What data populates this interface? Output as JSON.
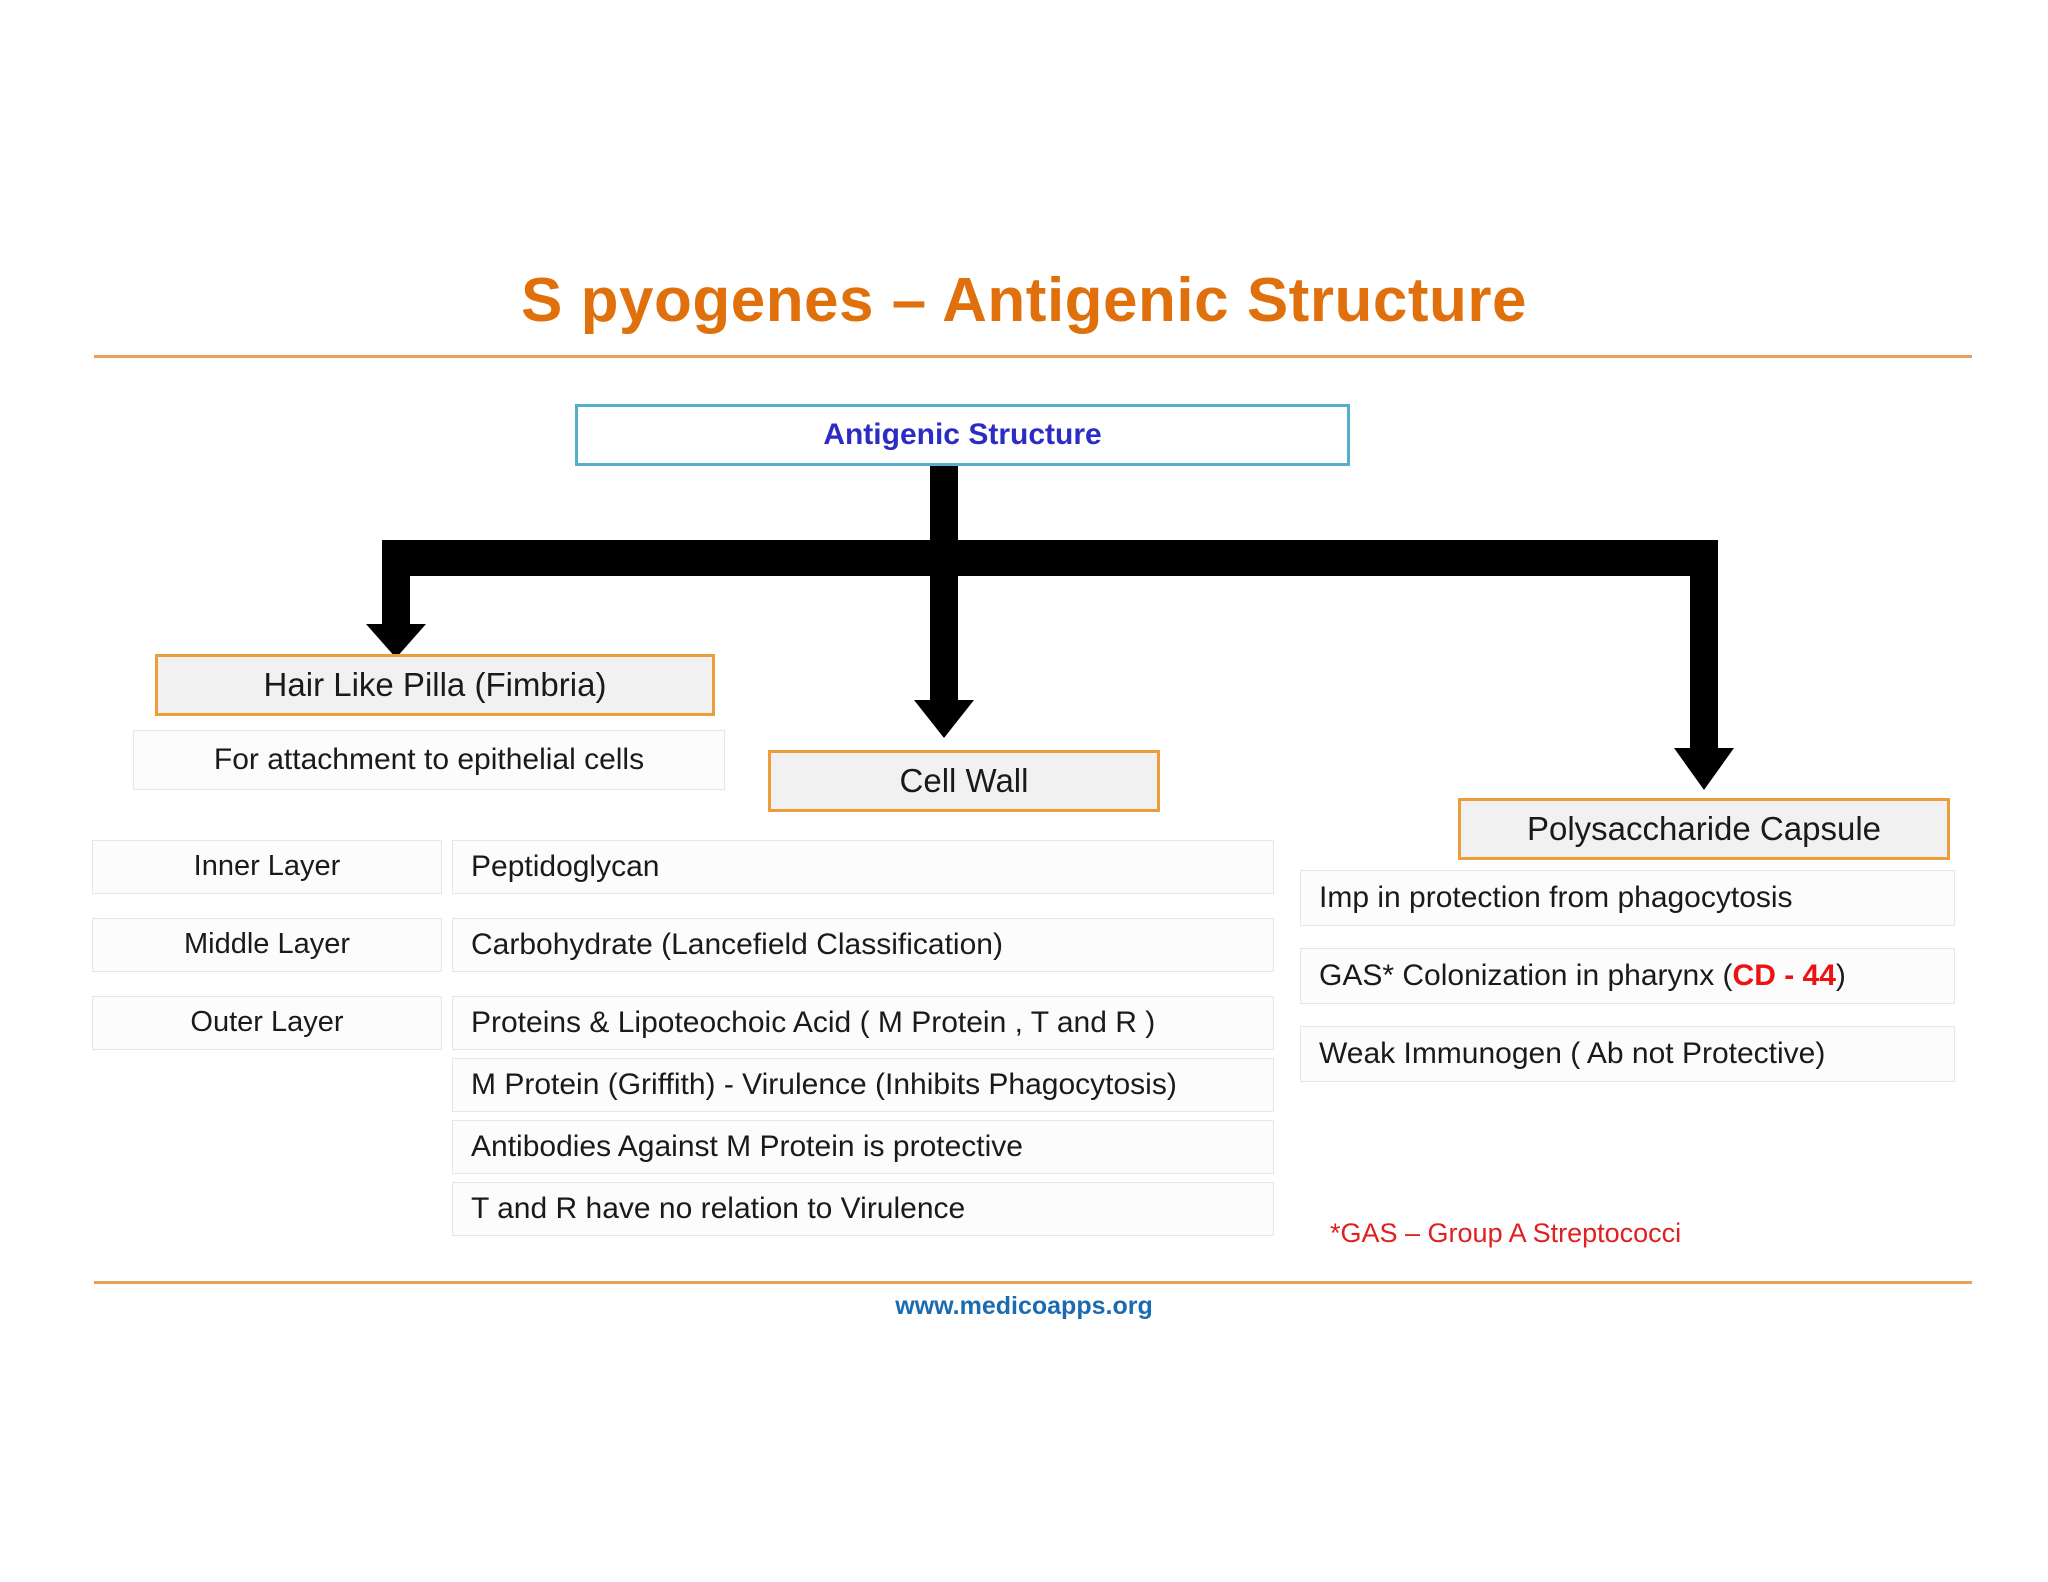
{
  "slide": {
    "title": "S pyogenes – Antigenic Structure",
    "footer": "www.medicoapps.org",
    "footnote": "*GAS – Group A Streptococci",
    "colors": {
      "title_orange": "#E0700B",
      "rule_orange": "#E8A15C",
      "root_border_teal": "#56AFC6",
      "root_text_blue": "#2C2CC4",
      "branch_border_orange": "#ED9C3E",
      "branch_fill_gray": "#F1F1F1",
      "footer_blue": "#1C6BB0",
      "highlight_red": "#EE1111",
      "footnote_red": "#E01F1F",
      "arrow_black": "#000000"
    }
  },
  "root": {
    "label": "Antigenic Structure"
  },
  "branches": {
    "pilla": {
      "label": "Hair Like Pilla (Fimbria)",
      "detail": "For attachment to epithelial cells"
    },
    "cell_wall": {
      "label": "Cell Wall",
      "layers": [
        {
          "layer": "Inner Layer",
          "content": "Peptidoglycan"
        },
        {
          "layer": "Middle Layer",
          "content": "Carbohydrate (Lancefield Classification)"
        },
        {
          "layer": "Outer Layer",
          "content": "Proteins & Lipoteochoic Acid ( M Protein , T and R )"
        }
      ],
      "extra_notes": [
        "M Protein (Griffith)  - Virulence (Inhibits Phagocytosis)",
        "Antibodies Against M Protein is protective",
        "T and R have no relation to Virulence"
      ]
    },
    "capsule": {
      "label": "Polysaccharide Capsule",
      "notes": [
        {
          "text": "Imp in protection from phagocytosis"
        },
        {
          "prefix": "GAS* Colonization in pharynx  (",
          "highlight": "CD - 44",
          "suffix": ")"
        },
        {
          "text": "Weak Immunogen ( Ab not Protective)"
        }
      ]
    }
  }
}
